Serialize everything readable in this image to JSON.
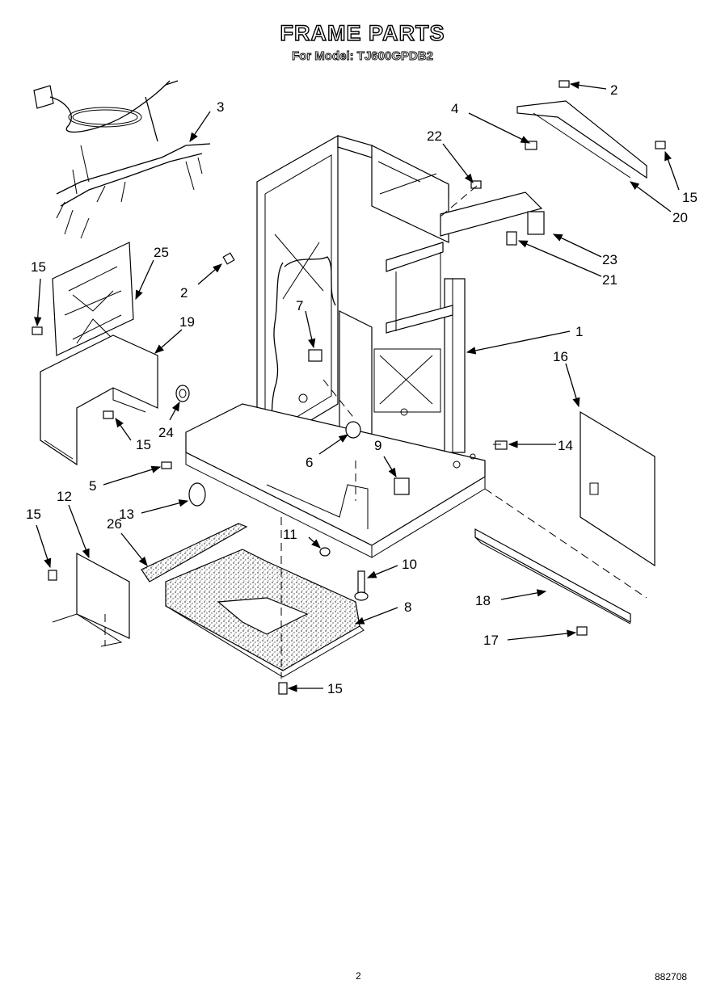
{
  "title": "FRAME PARTS",
  "subtitle": "For Model: TJ600GPDB2",
  "footer": {
    "page_number": "2",
    "doc_code": "882708"
  },
  "callouts": [
    "1",
    "2",
    "2",
    "3",
    "4",
    "5",
    "6",
    "7",
    "8",
    "9",
    "10",
    "11",
    "12",
    "13",
    "14",
    "15",
    "15",
    "15",
    "15",
    "15",
    "16",
    "17",
    "18",
    "19",
    "20",
    "21",
    "22",
    "23",
    "24",
    "25",
    "26"
  ]
}
